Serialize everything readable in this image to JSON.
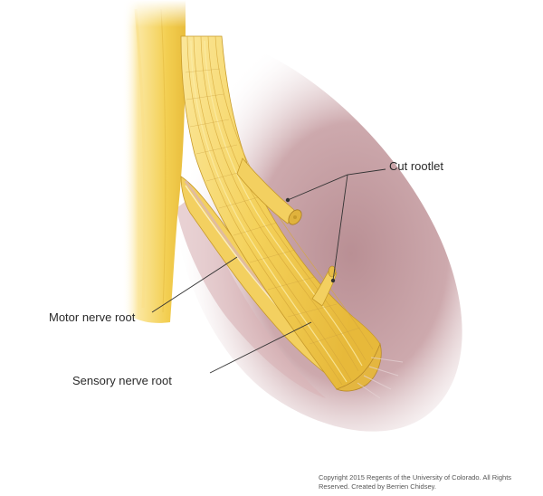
{
  "labels": {
    "cut_rootlet": "Cut rootlet",
    "motor_nerve_root": "Motor nerve root",
    "sensory_nerve_root": "Sensory nerve root"
  },
  "copyright": {
    "line1": "Copyright 2015 Regents of the University of Colorado.  All Rights",
    "line2": "Reserved. Created by Berrien Chidsey."
  },
  "colors": {
    "tissue_background": "#c9a5a9",
    "nerve_yellow": "#f2cf4f",
    "nerve_highlight": "#fbe99a",
    "nerve_stroke": "#c79a2a",
    "leader_line": "#333333"
  }
}
